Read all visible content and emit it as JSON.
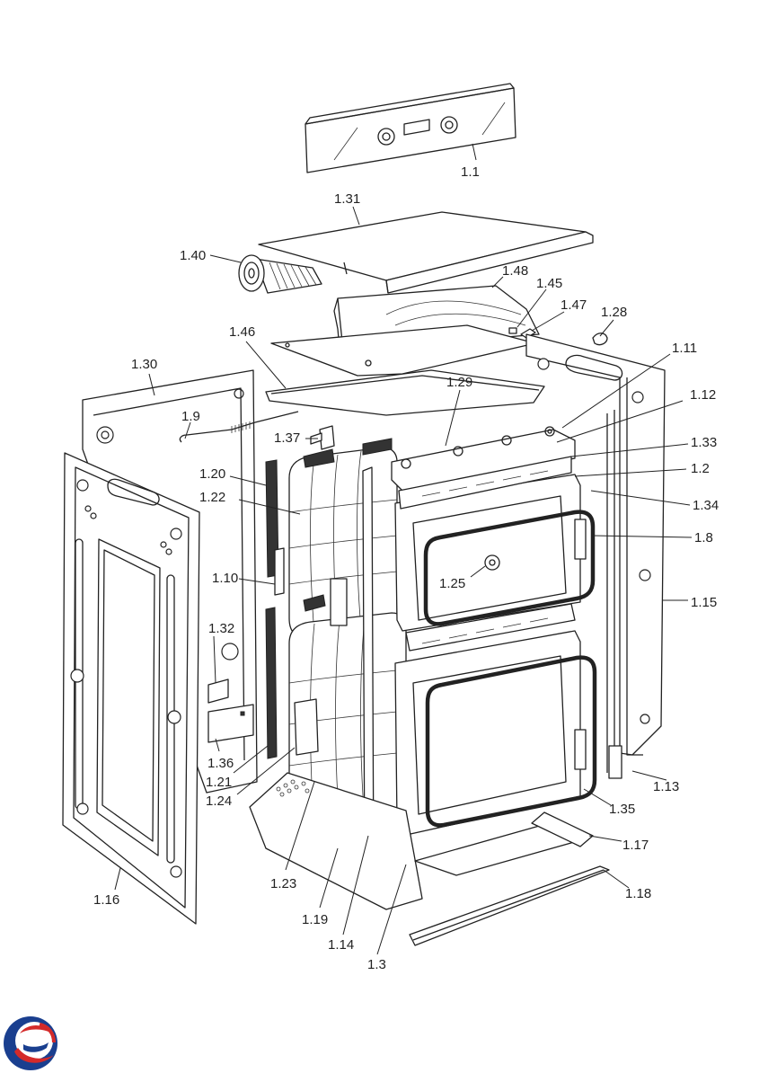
{
  "diagram": {
    "parts": [
      {
        "id": "1.1"
      },
      {
        "id": "1.31"
      },
      {
        "id": "1.40"
      },
      {
        "id": "1.48"
      },
      {
        "id": "1.45"
      },
      {
        "id": "1.47"
      },
      {
        "id": "1.28"
      },
      {
        "id": "1.46"
      },
      {
        "id": "1.30"
      },
      {
        "id": "1.11"
      },
      {
        "id": "1.29"
      },
      {
        "id": "1.12"
      },
      {
        "id": "1.9"
      },
      {
        "id": "1.37"
      },
      {
        "id": "1.33"
      },
      {
        "id": "1.20"
      },
      {
        "id": "1.2"
      },
      {
        "id": "1.22"
      },
      {
        "id": "1.34"
      },
      {
        "id": "1.8"
      },
      {
        "id": "1.10"
      },
      {
        "id": "1.25"
      },
      {
        "id": "1.15"
      },
      {
        "id": "1.32"
      },
      {
        "id": "1.36"
      },
      {
        "id": "1.21"
      },
      {
        "id": "1.24"
      },
      {
        "id": "1.13"
      },
      {
        "id": "1.35"
      },
      {
        "id": "1.17"
      },
      {
        "id": "1.23"
      },
      {
        "id": "1.16"
      },
      {
        "id": "1.18"
      },
      {
        "id": "1.19"
      },
      {
        "id": "1.14"
      },
      {
        "id": "1.3"
      }
    ]
  },
  "logo": {
    "name": "brand-logo",
    "colors": [
      "#1a3f8f",
      "#d42a2a"
    ]
  },
  "colors": {
    "line": "#222222",
    "background": "#ffffff"
  }
}
